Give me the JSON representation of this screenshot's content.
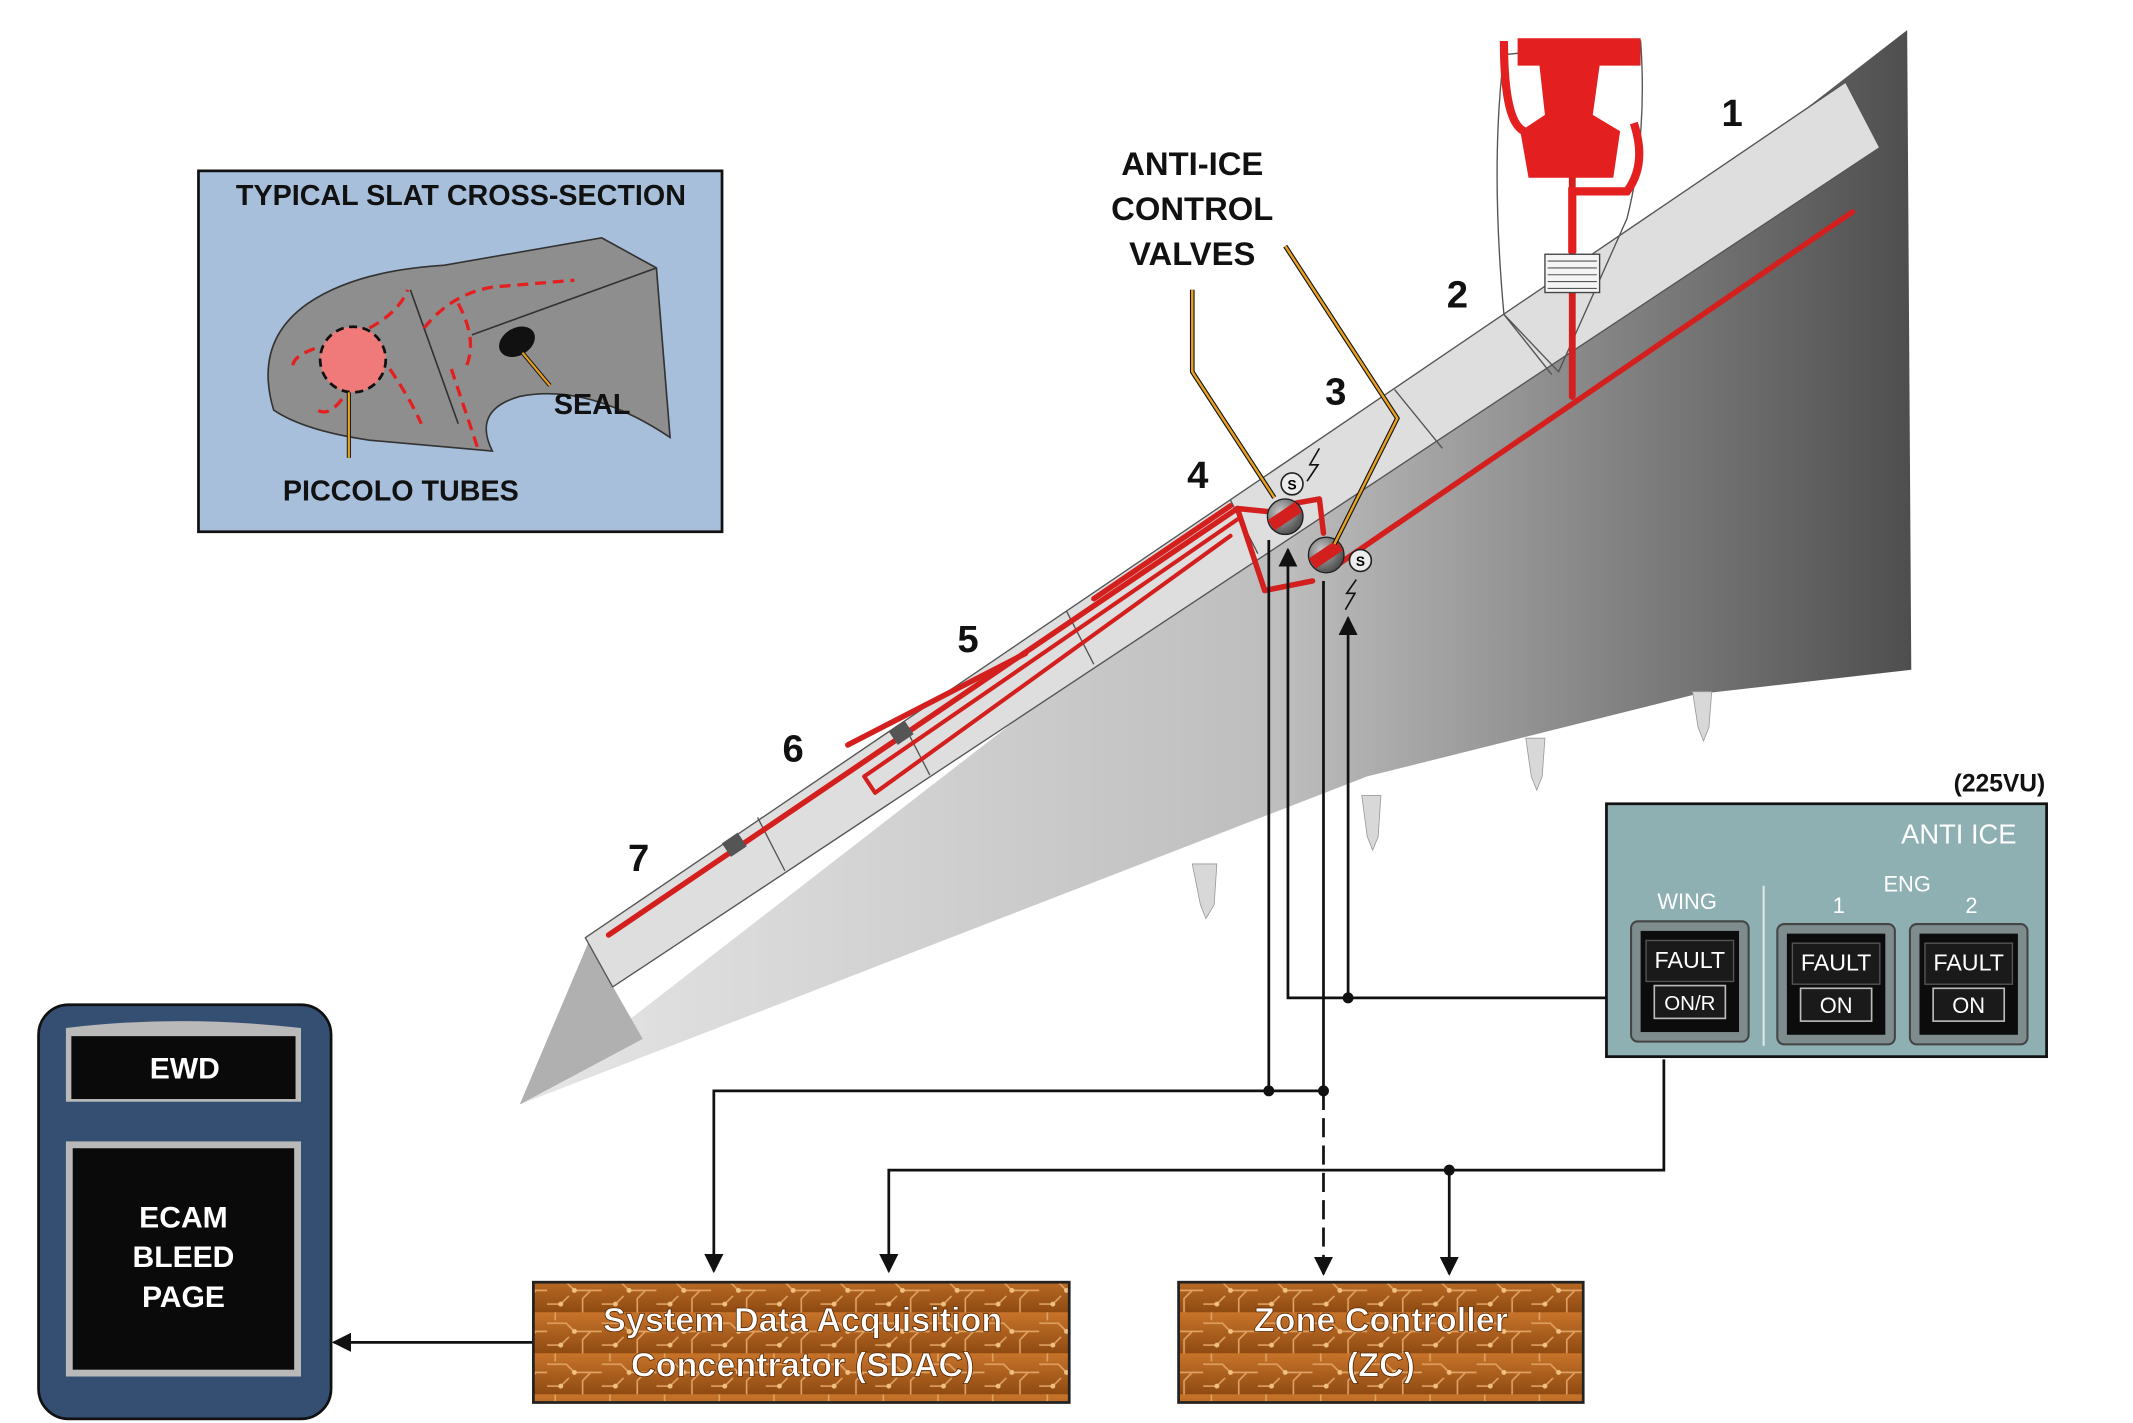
{
  "colors": {
    "duct": "#d41f1f",
    "leader": "#e8a020",
    "panel": "#8fb0b3",
    "inset_bg": "#a8bfdc",
    "circuit": "#b5651d",
    "ecam_frame": "#344f72"
  },
  "inset": {
    "title": "TYPICAL SLAT CROSS-SECTION",
    "seal_label": "SEAL",
    "piccolo_label": "PICCOLO TUBES"
  },
  "valves_label": [
    "ANTI-ICE",
    "CONTROL",
    "VALVES"
  ],
  "slat_numbers": [
    "1",
    "2",
    "3",
    "4",
    "5",
    "6",
    "7"
  ],
  "panel": {
    "ref": "(225VU)",
    "title": "ANTI ICE",
    "wing_label": "WING",
    "eng_label": "ENG",
    "eng1": "1",
    "eng2": "2",
    "wing_fault": "FAULT",
    "wing_on": "ON/R",
    "eng1_fault": "FAULT",
    "eng1_on": "ON",
    "eng2_fault": "FAULT",
    "eng2_on": "ON"
  },
  "ecam": {
    "ewd": "EWD",
    "page": [
      "ECAM",
      "BLEED",
      "PAGE"
    ]
  },
  "sdac": [
    "System Data Acquisition",
    "Concentrator (SDAC)"
  ],
  "zc": [
    "Zone Controller",
    "(ZC)"
  ],
  "icons": [
    "solenoid-icon",
    "lightning-icon",
    "arrow-icon"
  ]
}
